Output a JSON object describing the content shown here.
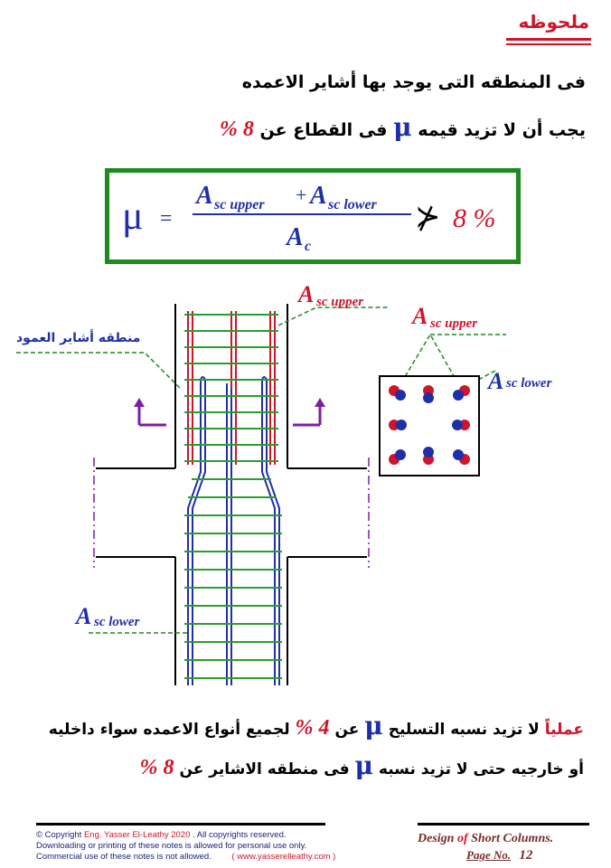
{
  "title": "ملحوظه",
  "intro_line1": "فى المنطقه التى يوجد بها أشاير الاعمده",
  "intro_line2": {
    "prefix": "يجب أن لا تزيد قيمه",
    "mu": "μ",
    "middle": "فى القطاع عن",
    "limit": "8 %"
  },
  "formula": {
    "lhs": "μ",
    "equals": "=",
    "numerator_a1": "A",
    "numerator_sub1": "sc upper",
    "plus": "+",
    "numerator_a2": "A",
    "numerator_sub2": "sc lower",
    "denominator_a": "A",
    "denominator_sub": "c",
    "not_greater": "⊁",
    "limit": "8 %"
  },
  "diagram": {
    "label_splice_zone": "منطقه أشاير العمود",
    "label_asc_upper_1": "A",
    "label_asc_upper_1_sub": "sc upper",
    "label_asc_upper_2": "A",
    "label_asc_upper_2_sub": "sc upper",
    "label_asc_lower_1": "A",
    "label_asc_lower_1_sub": "sc lower",
    "label_asc_lower_2": "A",
    "label_asc_lower_2_sub": "sc lower",
    "colors": {
      "upper_bars": "#d0142a",
      "lower_bars": "#1f2fa8",
      "stirrups": "#2e9b2e",
      "leader": "#1f8a1f",
      "section_arrow": "#7b1fa2"
    }
  },
  "note1": {
    "practically": "عملياً",
    "text_a": "لا تزيد نسبه التسليح",
    "mu": "μ",
    "text_b": "عن",
    "limit": "4 %",
    "text_c": "لجميع أنواع الاعمده سواء داخليه"
  },
  "note2": {
    "text_a": "أو خارجيه حتى لا تزيد نسبه",
    "mu": "μ",
    "text_b": "فى منطقه الاشاير عن",
    "limit": "8 %"
  },
  "footer": {
    "copyright_symbol": "©",
    "line1_a": "Copyright",
    "line1_author": "Eng. Yasser El-Leathy 2020",
    "line1_b": ". All copyrights reserved.",
    "line2": "Downloading or printing of these notes is allowed for personal use only.",
    "line3": "Commercial use of these notes is not allowed.",
    "website": "( www.yasserelleathy.com )",
    "design_a": "Design",
    "design_of": "of",
    "design_b": "Short Columns.",
    "page_label": "Page No.",
    "page_number": "12"
  }
}
